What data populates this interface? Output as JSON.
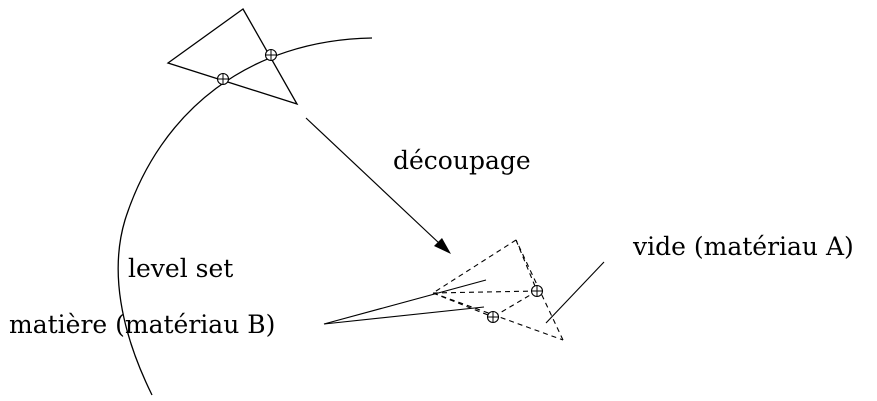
{
  "labels": {
    "decoupage": "découpage",
    "vide": "vide (matériau A)",
    "level_set": "level set",
    "matiere": "matière (matériau B)"
  },
  "colors": {
    "stroke": "#000000",
    "background": "#ffffff"
  },
  "icons": {
    "intersection_marker": "circled-plus-icon"
  }
}
